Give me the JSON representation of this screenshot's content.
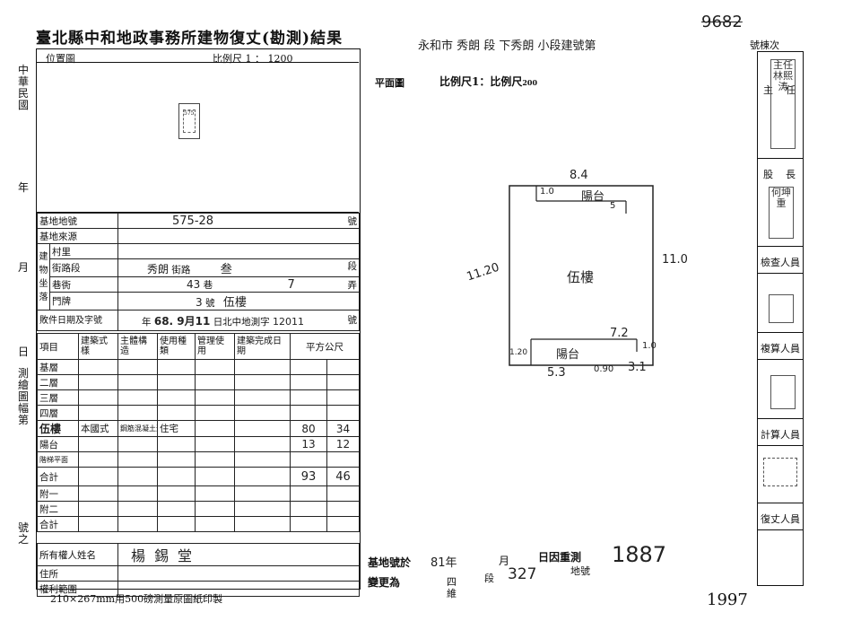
{
  "header": {
    "title": "臺北縣中和地政事務所建物復丈(勘測)結果",
    "doc_number": "9682",
    "address_line": "永和市 秀朗 段 下秀朗 小段建號第",
    "doc_no_label": "號棟次"
  },
  "left_vertical": {
    "year_prefix": "中華民國",
    "year": "年",
    "month": "月",
    "day": "日",
    "sheet": "測繪圖幅第",
    "number": "號之"
  },
  "location_map": {
    "label": "位置圖",
    "scale": "比例尺 1 ： 1200",
    "parcel_mark": "575"
  },
  "form": {
    "land_no_label": "基地地號",
    "land_no_value": "575-28",
    "hao": "號",
    "land_source_label": "基地來源",
    "village_label": "村里",
    "street_label": "街路段",
    "street_value": "秀朗",
    "street_suffix": "街路",
    "street_no": "叁",
    "duan": "段",
    "lane_label": "巷衖",
    "lane_value": "43",
    "lane_suffix": "巷",
    "alley_value": "7",
    "nong": "弄",
    "door_label": "門牌",
    "door_value": "3",
    "door_suffix": "號",
    "floor_value": "伍樓",
    "building_vert": "建物坐落",
    "permit_label": "敗件日期及字號",
    "permit_year_prefix": "年",
    "permit_date": "68. 9月11",
    "permit_mid": "日北中地測字",
    "permit_no": "12011",
    "permit_hao": "號",
    "col_item": "項目",
    "col_type": "建築式樣",
    "col_struct": "主體構造",
    "col_use": "使用種類",
    "col_mgmt": "管理使用",
    "col_date": "建築完成日期",
    "col_area": "平方公尺",
    "rows": [
      "基層",
      "二層",
      "三層",
      "四層"
    ],
    "fifth_label": "伍樓",
    "fifth_type": "本國式",
    "fifth_struct": "鋼筋混凝土造",
    "fifth_use": "住宅",
    "fifth_area_int": "80",
    "fifth_area_dec": "34",
    "balcony_label": "陽台",
    "balcony_area_int": "13",
    "balcony_area_dec": "12",
    "stair_label": "階梯平面",
    "total_label": "合計",
    "total_area_int": "93",
    "total_area_dec": "46",
    "attach1": "附一",
    "attach2": "附二",
    "attach_total": "合計",
    "owner_label": "所有權人姓名",
    "owner_value": "楊錫堂",
    "address_label": "住所",
    "rights_label": "權利範圍",
    "footer_note": "210×267mm用500磅測量原圖紙印製"
  },
  "floor_plan": {
    "label": "平面圖",
    "scale": "比例尺1：比例尺",
    "scale_den": "200",
    "top_dim": "8.4",
    "left_dim": "11.20",
    "right_dim": "11.0",
    "bottom_inner_dim": "7.2",
    "bottom_left_dim": "5.3",
    "bottom_mid_dim": "0.90",
    "bottom_right_dim": "3.1",
    "top_small": "1.0",
    "top_notch": "5",
    "corner_small": "1.0",
    "balcony_top": "陽台",
    "balcony_bottom": "陽台",
    "room_label": "伍樓",
    "bottom_corner": "1.20"
  },
  "footer": {
    "change_label1": "基地號於",
    "change_year": "81年",
    "change_month": "月",
    "change_day": "日因重測",
    "change_label2": "變更為",
    "change_section": "四維",
    "change_duan": "段",
    "change_no": "327",
    "change_land": "地號",
    "handwritten_no": "1887",
    "year_stamp": "1997"
  },
  "right_column": {
    "chief": "主任",
    "chief_stamp": "主任林熙涛",
    "section_chief": "股長",
    "section_stamp": "何坤重",
    "inspector": "檢查人員",
    "recheck": "複算人員",
    "calc": "計算人員",
    "resurvey": "復丈人員"
  }
}
